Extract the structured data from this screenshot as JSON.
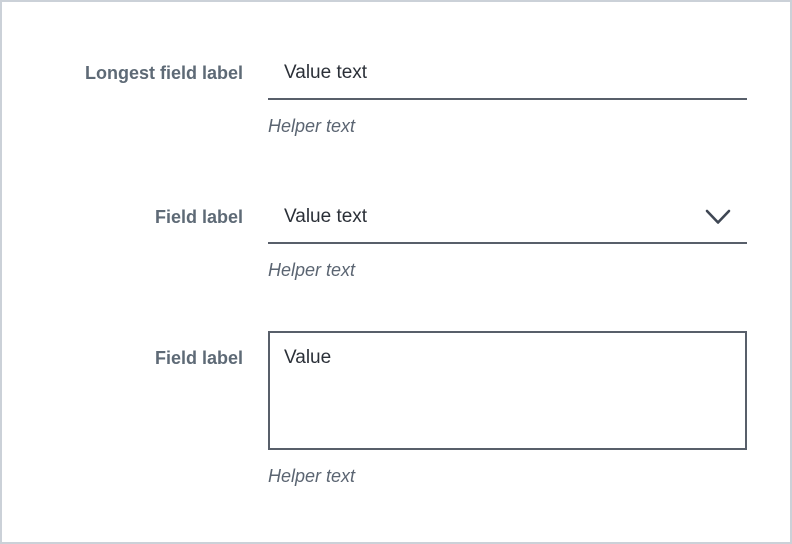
{
  "colors": {
    "page_background": "#ffffff",
    "page_border": "#cbd1d8",
    "label_text": "#5e6a76",
    "value_text": "#2b3038",
    "control_border": "#585f6a",
    "helper_text": "#5b6572",
    "chevron": "#3f4754"
  },
  "fields": [
    {
      "type": "text",
      "label": "Longest field label",
      "value": "Value text",
      "helper": "Helper text"
    },
    {
      "type": "select",
      "label": "Field label",
      "value": "Value text",
      "helper": "Helper text",
      "icon": "chevron-down-icon"
    },
    {
      "type": "textarea",
      "label": "Field label",
      "value": "Value",
      "helper": "Helper text"
    }
  ]
}
